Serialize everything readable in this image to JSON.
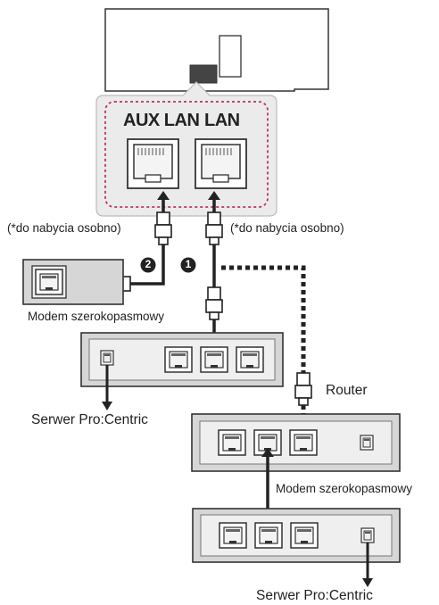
{
  "labels": {
    "aux_lan": "AUX LAN",
    "lan": "LAN",
    "purchase_left": "(*do nabycia osobno)",
    "purchase_right": "(*do nabycia osobno)",
    "modem_left": "Modem szerokopasmowy",
    "server_left": "Serwer Pro:Centric",
    "router": "Router",
    "modem_right": "Modem szerokopasmowy",
    "server_right": "Serwer Pro:Centric"
  },
  "markers": {
    "step1": "1",
    "step2": "2"
  },
  "colors": {
    "panel": "#eeeeee",
    "device_fill": "#d9d9d9",
    "line": "#222222",
    "highlight": "#c0306a"
  }
}
